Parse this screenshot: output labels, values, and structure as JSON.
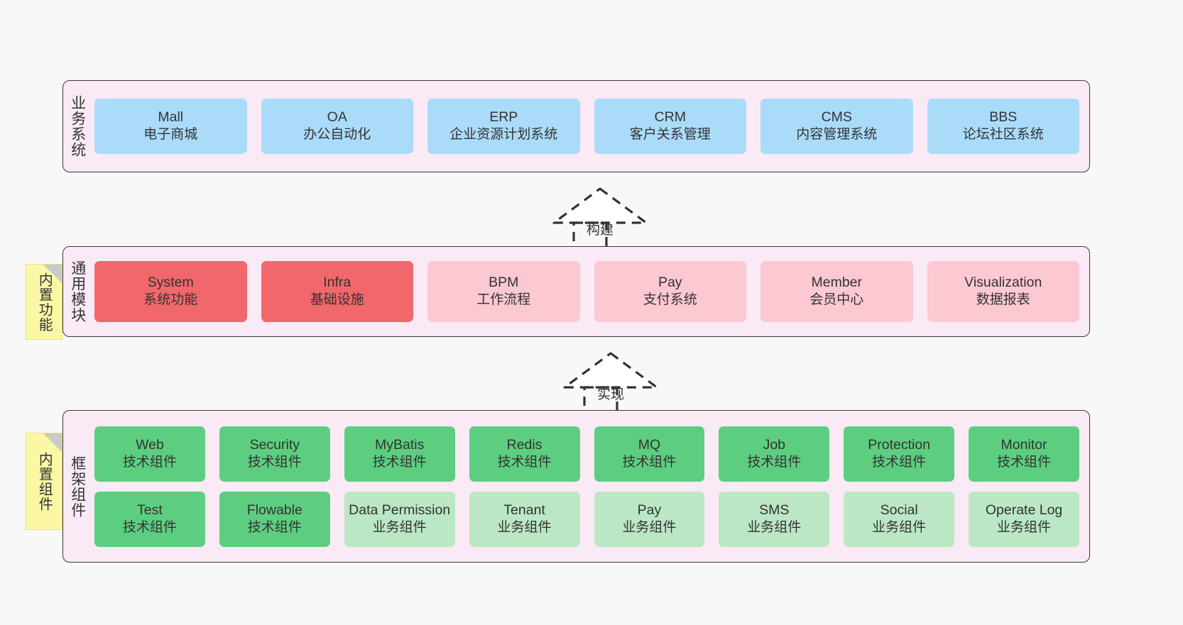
{
  "notes": [
    {
      "id": "builtin-functions",
      "label": "内置功能"
    },
    {
      "id": "builtin-components",
      "label": "内置组件"
    }
  ],
  "bands": [
    {
      "id": "business-systems",
      "label": "业务系统",
      "rows": [
        {
          "cells": [
            {
              "name": "Mall",
              "sub": "电子商城",
              "color": "#aadcfa",
              "style": "c-blue"
            },
            {
              "name": "OA",
              "sub": "办公自动化",
              "color": "#aadcfa",
              "style": "c-blue"
            },
            {
              "name": "ERP",
              "sub": "企业资源计划系统",
              "color": "#aadcfa",
              "style": "c-blue"
            },
            {
              "name": "CRM",
              "sub": "客户关系管理",
              "color": "#aadcfa",
              "style": "c-blue"
            },
            {
              "name": "CMS",
              "sub": "内容管理系统",
              "color": "#aadcfa",
              "style": "c-blue"
            },
            {
              "name": "BBS",
              "sub": "论坛社区系统",
              "color": "#aadcfa",
              "style": "c-blue"
            }
          ]
        }
      ]
    },
    {
      "id": "common-modules",
      "label": "通用模块",
      "rows": [
        {
          "cells": [
            {
              "name": "System",
              "sub": "系统功能",
              "color": "#f1676b",
              "style": "c-red"
            },
            {
              "name": "Infra",
              "sub": "基础设施",
              "color": "#f1676b",
              "style": "c-red"
            },
            {
              "name": "BPM",
              "sub": "工作流程",
              "color": "#fcc8d2",
              "style": "c-pink"
            },
            {
              "name": "Pay",
              "sub": "支付系统",
              "color": "#fcc8d2",
              "style": "c-pink"
            },
            {
              "name": "Member",
              "sub": "会员中心",
              "color": "#fcc8d2",
              "style": "c-pink"
            },
            {
              "name": "Visualization",
              "sub": "数据报表",
              "color": "#fcc8d2",
              "style": "c-pink"
            }
          ]
        }
      ]
    },
    {
      "id": "framework-components",
      "label": "框架组件",
      "rows": [
        {
          "cells": [
            {
              "name": "Web",
              "sub": "技术组件",
              "color": "#5dce80",
              "style": "c-green"
            },
            {
              "name": "Security",
              "sub": "技术组件",
              "color": "#5dce80",
              "style": "c-green"
            },
            {
              "name": "MyBatis",
              "sub": "技术组件",
              "color": "#5dce80",
              "style": "c-green"
            },
            {
              "name": "Redis",
              "sub": "技术组件",
              "color": "#5dce80",
              "style": "c-green"
            },
            {
              "name": "MQ",
              "sub": "技术组件",
              "color": "#5dce80",
              "style": "c-green"
            },
            {
              "name": "Job",
              "sub": "技术组件",
              "color": "#5dce80",
              "style": "c-green"
            },
            {
              "name": "Protection",
              "sub": "技术组件",
              "color": "#5dce80",
              "style": "c-green"
            },
            {
              "name": "Monitor",
              "sub": "技术组件",
              "color": "#5dce80",
              "style": "c-green"
            }
          ]
        },
        {
          "cells": [
            {
              "name": "Test",
              "sub": "技术组件",
              "color": "#5dce80",
              "style": "c-green"
            },
            {
              "name": "Flowable",
              "sub": "技术组件",
              "color": "#5dce80",
              "style": "c-green"
            },
            {
              "name": "Data Permission",
              "sub": "业务组件",
              "color": "#bbe7c4",
              "style": "c-lightgreen"
            },
            {
              "name": "Tenant",
              "sub": "业务组件",
              "color": "#bbe7c4",
              "style": "c-lightgreen"
            },
            {
              "name": "Pay",
              "sub": "业务组件",
              "color": "#bbe7c4",
              "style": "c-lightgreen"
            },
            {
              "name": "SMS",
              "sub": "业务组件",
              "color": "#bbe7c4",
              "style": "c-lightgreen"
            },
            {
              "name": "Social",
              "sub": "业务组件",
              "color": "#bbe7c4",
              "style": "c-lightgreen"
            },
            {
              "name": "Operate Log",
              "sub": "业务组件",
              "color": "#bbe7c4",
              "style": "c-lightgreen"
            }
          ]
        }
      ]
    }
  ],
  "arrows": [
    {
      "id": "build",
      "label": "构建",
      "from": "common-modules",
      "to": "business-systems"
    },
    {
      "id": "implement",
      "label": "实现",
      "from": "framework-components",
      "to": "common-modules"
    }
  ],
  "colors": {
    "canvas": "#f8f8f8",
    "band_fill": "#f9eaf5",
    "band_border": "#3a3a3a",
    "note_fill": "#fbf7a5",
    "note_fold": "#c9c9c9",
    "arrow_stroke": "#333333",
    "text": "#333333"
  }
}
